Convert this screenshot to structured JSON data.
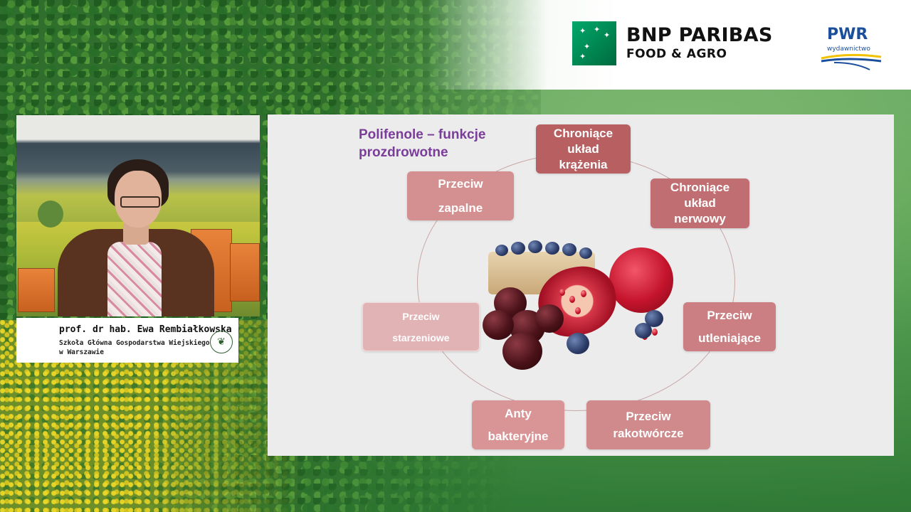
{
  "sponsor": {
    "brand_line1": "BNP PARIBAS",
    "brand_line2": "FOOD & AGRO",
    "publisher": "PWR",
    "publisher_sub": "wydawnictwo",
    "brand_color": "#00a86b",
    "publisher_color": "#1b4f9c"
  },
  "speaker": {
    "name": "prof. dr hab. Ewa Rembiałkowska",
    "affiliation_line1": "Szkoła Główna Gospodarstwa Wiejskiego",
    "affiliation_line2": "w Warszawie",
    "emblem_icon": "sggw-emblem-icon"
  },
  "slide": {
    "title_line1": "Polifenole – funkcje",
    "title_line2": "prozdrowotne",
    "title_color": "#7a3d9a",
    "functions": {
      "krazenie": [
        "Chroniące",
        "układ",
        "krążenia"
      ],
      "nerwowy": [
        "Chroniące",
        "układ",
        "nerwowy"
      ],
      "zapalne": [
        "Przeciw",
        "zapalne"
      ],
      "utleniajace": [
        "Przeciw",
        "utleniające"
      ],
      "starzeniowe": [
        "Przeciw",
        "starzeniowe"
      ],
      "bakteryjne": [
        "Anty",
        "bakteryjne"
      ],
      "rakotworcze": [
        "Przeciw",
        "rakotwórcze"
      ]
    }
  }
}
